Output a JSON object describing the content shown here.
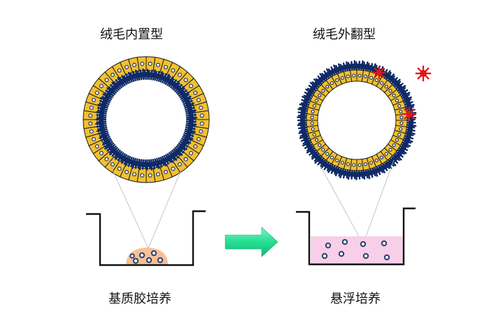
{
  "labels": {
    "apical_in": "绒毛内置型",
    "apical_out": "绒毛外翻型",
    "matrigel_culture": "基质胶培养",
    "suspension_culture": "悬浮培养"
  },
  "colors": {
    "cell_fill": "#f2c12e",
    "cell_outline": "#1a1a1a",
    "nucleus": "#2f3f73",
    "microvilli": "#0f2a66",
    "matrigel_dome": "#f6b98a",
    "suspension_medium": "#f7cfe8",
    "arrow": "#2ee39a",
    "pathogen": "#e01818",
    "well_outline": "#111111"
  }
}
